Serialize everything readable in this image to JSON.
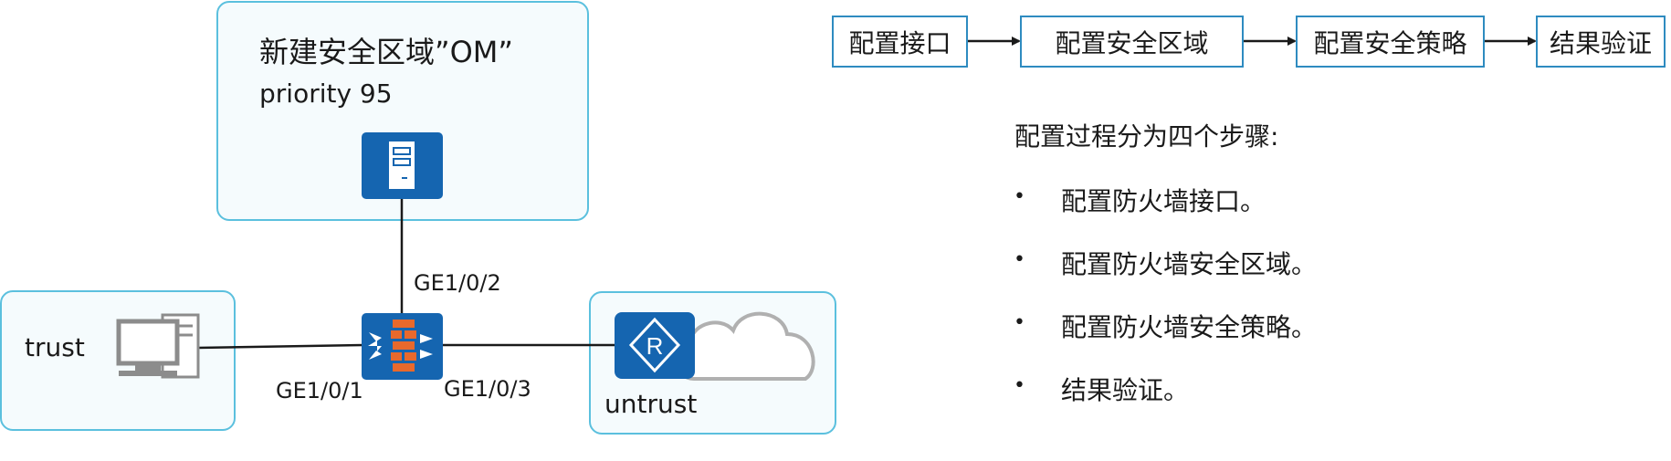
{
  "colors": {
    "zone_border": "#5bc0de",
    "zone_fill": "#f5fbfd",
    "device_blue": "#1565b0",
    "firewall_brick": "#e8692c",
    "line": "#1a1a1a"
  },
  "topology": {
    "om_zone": {
      "title": "新建安全区域”OM”",
      "priority": "priority 95",
      "icon": "server-icon"
    },
    "trust_zone": {
      "label": "trust",
      "icon": "pc-icon"
    },
    "untrust_zone": {
      "label": "untrust",
      "icons": [
        "router-icon",
        "cloud-icon"
      ]
    },
    "firewall": {
      "icon": "firewall-icon"
    },
    "ports": {
      "ge1": "GE1/0/1",
      "ge2": "GE1/0/2",
      "ge3": "GE1/0/3"
    }
  },
  "flow": {
    "steps": [
      "配置接口",
      "配置安全区域",
      "配置安全策略",
      "结果验证"
    ]
  },
  "description": {
    "intro": "配置过程分为四个步骤:",
    "bullet_symbol": "•",
    "items": [
      "配置防火墙接口。",
      "配置防火墙安全区域。",
      "配置防火墙安全策略。",
      "结果验证。"
    ]
  }
}
